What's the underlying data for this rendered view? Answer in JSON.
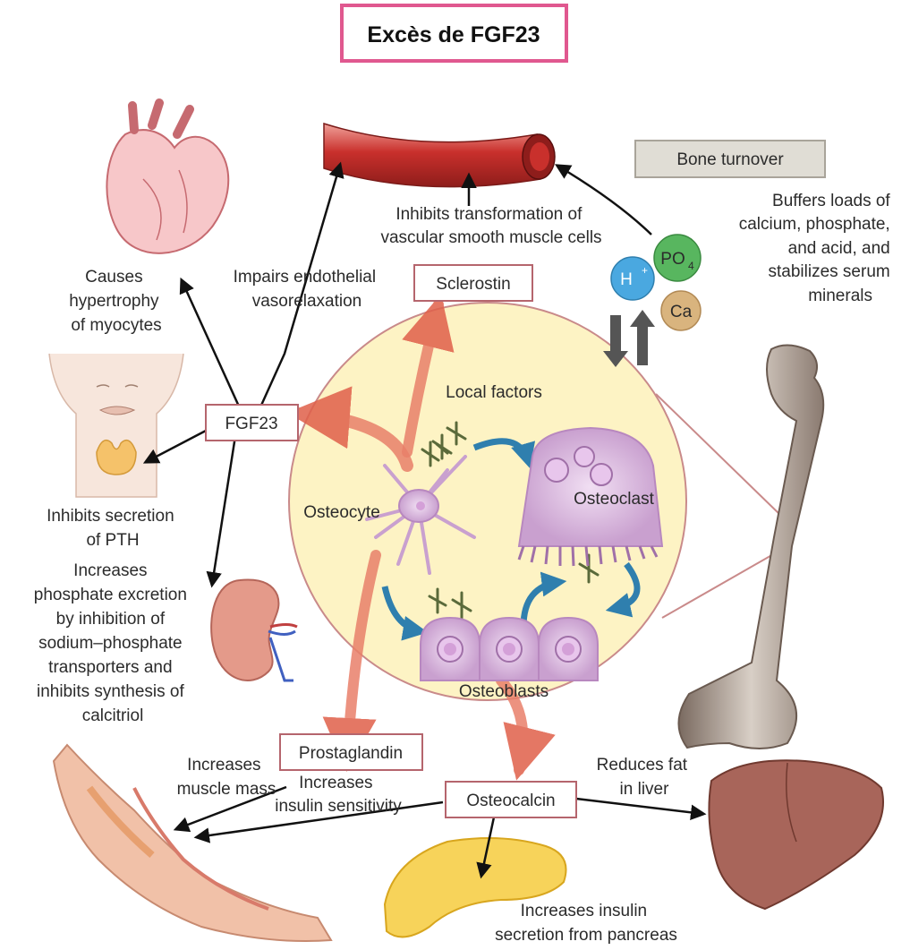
{
  "title": "Excès de FGF23",
  "boxes": {
    "bone_turnover": "Bone turnover",
    "sclerostin": "Sclerostin",
    "fgf23": "FGF23",
    "prostaglandin": "Prostaglandin",
    "osteocalcin": "Osteocalcin"
  },
  "ions": {
    "h": "H",
    "h_sup": "+",
    "po": "PO",
    "po_sub": "4",
    "ca": "Ca"
  },
  "cells": {
    "local_factors": "Local factors",
    "osteocyte": "Osteocyte",
    "osteoclast": "Osteoclast",
    "osteoblasts": "Osteoblasts"
  },
  "labels": {
    "vascular": [
      "Inhibits transformation of",
      "vascular smooth muscle cells"
    ],
    "buffers": [
      "Buffers loads of",
      "calcium, phosphate,",
      "and acid, and",
      "stabilizes serum",
      "minerals"
    ],
    "impairs": [
      "Impairs endothelial",
      "vasorelaxation"
    ],
    "hypertrophy": [
      "Causes",
      "hypertrophy",
      "of myocytes"
    ],
    "pth": [
      "Inhibits secretion",
      "of PTH"
    ],
    "phosphate": [
      "Increases",
      "phosphate excretion",
      "by inhibition of",
      "sodium–phosphate",
      "transporters and",
      "inhibits synthesis of",
      "calcitriol"
    ],
    "muscle": [
      "Increases",
      "muscle mass"
    ],
    "insulin_sens": [
      "Increases",
      "insulin sensitivity"
    ],
    "fat": [
      "Reduces fat",
      "in liver"
    ],
    "insulin_secr": [
      "Increases insulin",
      "secretion from pancreas"
    ]
  },
  "colors": {
    "title_border": "#e0588f",
    "box_border": "#b5656d",
    "circle_fill": "#fdf3c4",
    "circle_stroke": "#c98a8a",
    "vessel": "#c9302c",
    "cell_purple": "#d7b2dc",
    "arrow_orange": "#e9806a",
    "arrow_blue": "#2f7fae",
    "ion_h": "#4aa8e0",
    "ion_po": "#58b65f",
    "ion_ca": "#d9b47e"
  }
}
